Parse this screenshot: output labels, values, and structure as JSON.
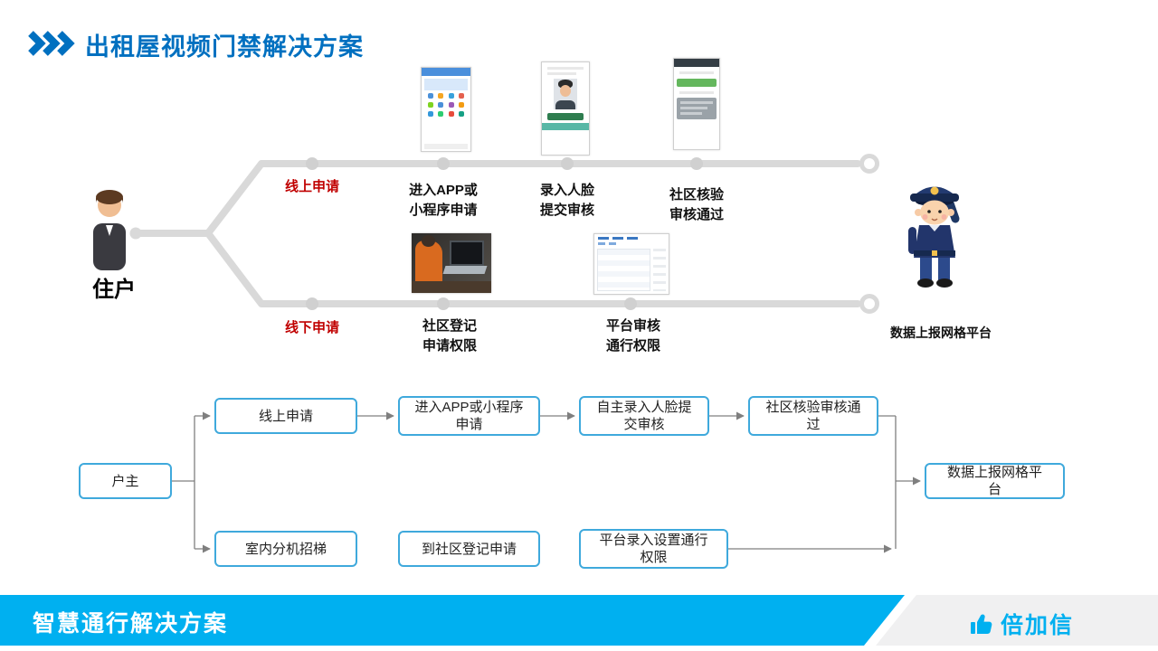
{
  "header": {
    "title": "出租屋视频门禁解决方案"
  },
  "top_flow": {
    "actor": "住户",
    "branches": {
      "online": "线上申请",
      "offline": "线下申请"
    },
    "online_steps": [
      {
        "line1": "进入APP或",
        "line2": "小程序申请"
      },
      {
        "line1": "录入人脸",
        "line2": "提交审核"
      },
      {
        "line1": "社区核验",
        "line2": "审核通过"
      }
    ],
    "offline_steps": [
      {
        "line1": "社区登记",
        "line2": "申请权限"
      },
      {
        "line1": "平台审核",
        "line2": "通行权限"
      }
    ],
    "end_label": "数据上报网格平台"
  },
  "flowchart": {
    "start": "户主",
    "top_row": [
      "线上申请",
      "进入APP或小程序申请",
      "自主录入人脸提交审核",
      "社区核验审核通过"
    ],
    "bottom_row": [
      "室内分机招梯",
      "到社区登记申请",
      "平台录入设置通行权限"
    ],
    "end": "数据上报网格平台"
  },
  "footer": {
    "solution": "智慧通行解决方案",
    "brand": "倍加信"
  },
  "colors": {
    "title_blue": "#0070C0",
    "branch_red": "#C00000",
    "line_gray": "#D9D9D9",
    "box_border_blue": "#3FA9DC",
    "footer_cyan": "#00B0F0"
  }
}
